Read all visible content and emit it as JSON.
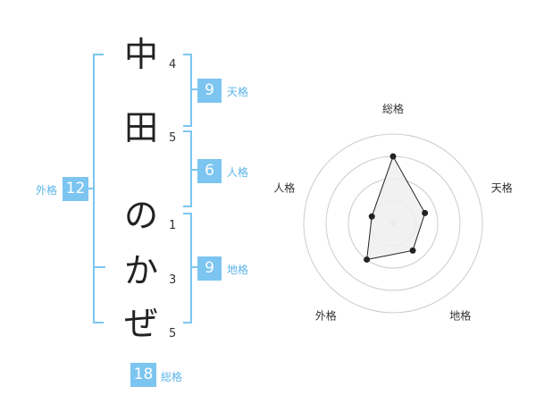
{
  "name": {
    "chars": [
      "中",
      "田",
      "の",
      "か",
      "ぜ"
    ],
    "strokes": [
      "4",
      "5",
      "1",
      "3",
      "5"
    ]
  },
  "kakusu": {
    "tenkaku": {
      "value": "9",
      "label": "天格"
    },
    "jinkaku": {
      "value": "6",
      "label": "人格"
    },
    "chikaku": {
      "value": "9",
      "label": "地格"
    },
    "gaikaku": {
      "value": "12",
      "label": "外格"
    },
    "soukaku": {
      "value": "18",
      "label": "総格"
    }
  },
  "chart_data": {
    "type": "radar",
    "axes": [
      "総格",
      "天格",
      "地格",
      "外格",
      "人格"
    ],
    "values": [
      18,
      9,
      9,
      12,
      6
    ],
    "rings": 4,
    "colors": {
      "fill": "#eeeeee",
      "line": "#222222",
      "grid": "#cccccc"
    }
  }
}
